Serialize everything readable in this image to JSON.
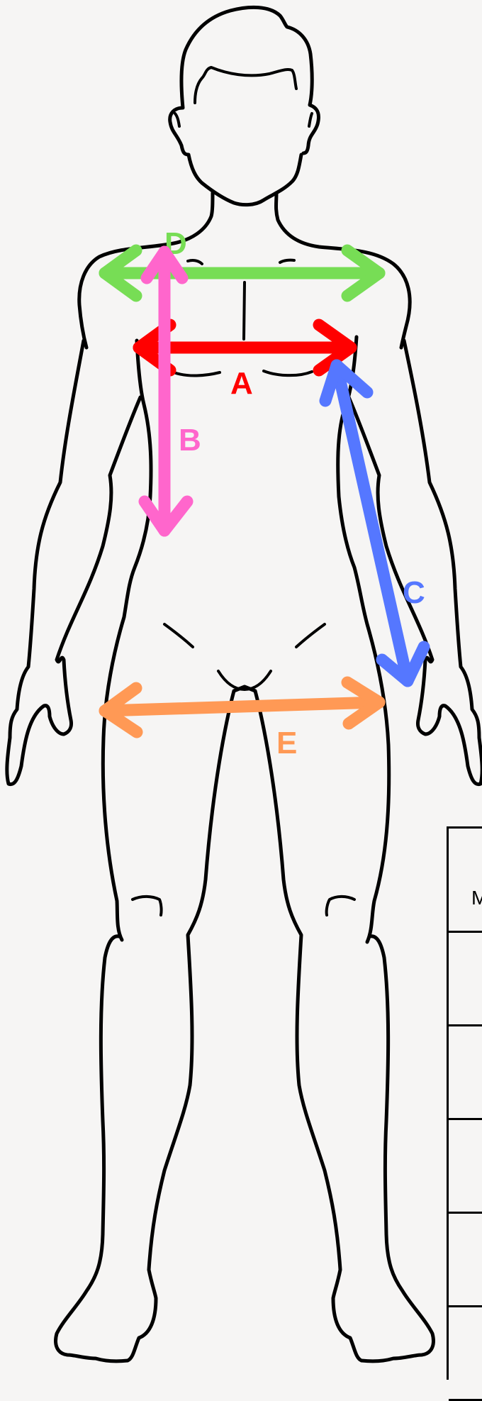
{
  "diagram": {
    "measurements": [
      {
        "key": "A",
        "label": "A",
        "color": "#ff0000"
      },
      {
        "key": "B",
        "label": "B",
        "color": "#ff66cc"
      },
      {
        "key": "C",
        "label": "C",
        "color": "#5577ff"
      },
      {
        "key": "D",
        "label": "D",
        "color": "#77dd55"
      },
      {
        "key": "E",
        "label": "E",
        "color": "#ff9955"
      }
    ]
  },
  "table": {
    "header_partial": "M"
  }
}
